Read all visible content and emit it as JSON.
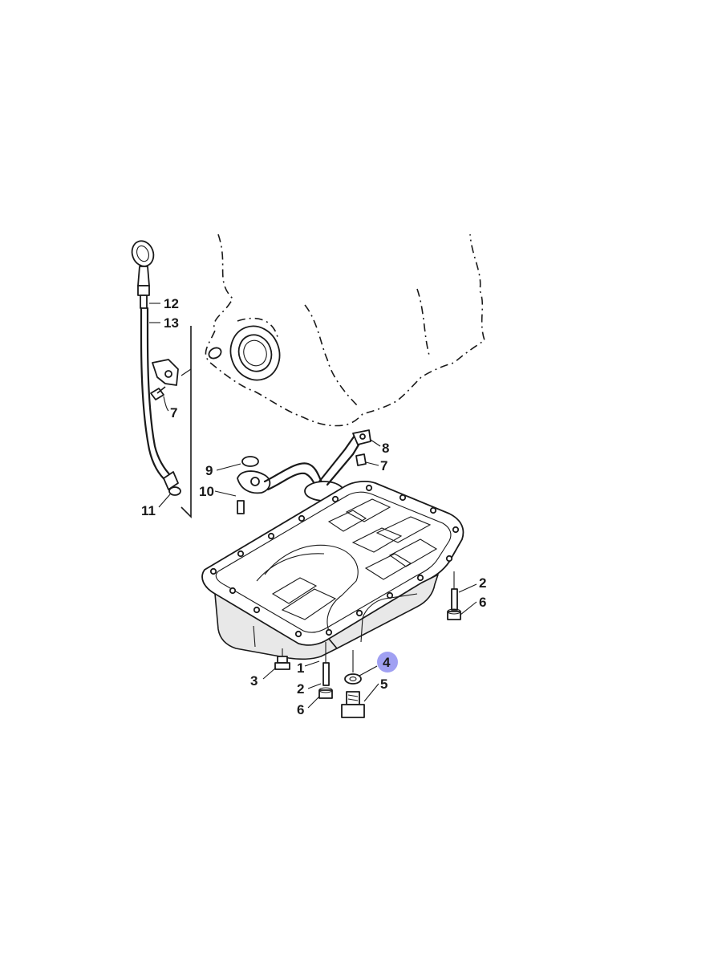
{
  "diagram": {
    "callouts": [
      {
        "id": "c12",
        "text": "12"
      },
      {
        "id": "c13",
        "text": "13"
      },
      {
        "id": "c7a",
        "text": "7"
      },
      {
        "id": "c8",
        "text": "8"
      },
      {
        "id": "c7b",
        "text": "7"
      },
      {
        "id": "c9",
        "text": "9"
      },
      {
        "id": "c10",
        "text": "10"
      },
      {
        "id": "c11",
        "text": "11"
      },
      {
        "id": "c2a",
        "text": "2"
      },
      {
        "id": "c6a",
        "text": "6"
      },
      {
        "id": "c3",
        "text": "3"
      },
      {
        "id": "c1",
        "text": "1"
      },
      {
        "id": "c4",
        "text": "4",
        "highlighted": true
      },
      {
        "id": "c2b",
        "text": "2"
      },
      {
        "id": "c5",
        "text": "5"
      },
      {
        "id": "c6b",
        "text": "6"
      }
    ],
    "highlight_color": "#8f8ff0"
  }
}
